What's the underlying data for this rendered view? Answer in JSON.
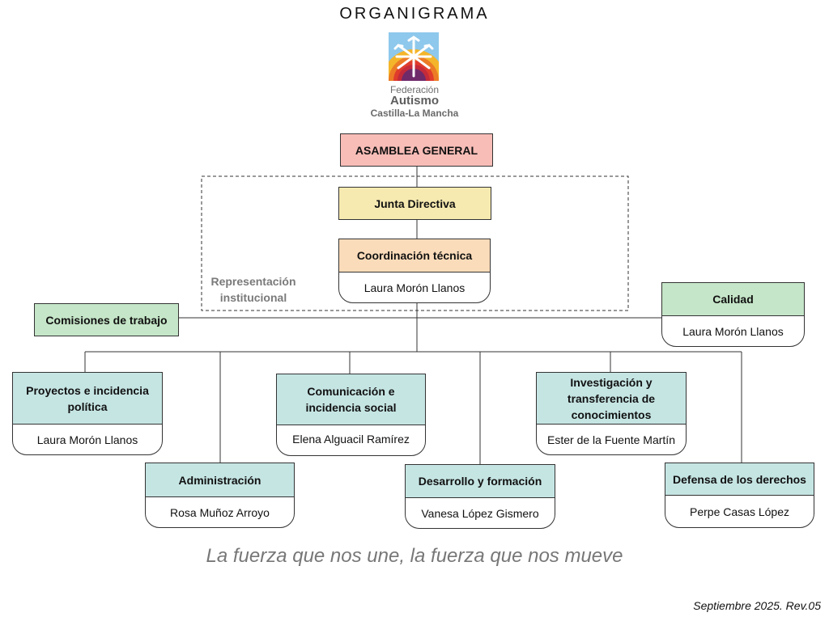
{
  "title": "ORGANIGRAMA",
  "logo": {
    "line1": "Federación",
    "line2": "Autismo",
    "line3": "Castilla-La Mancha"
  },
  "asamblea": "ASAMBLEA GENERAL",
  "junta": "Junta Directiva",
  "coordinacion": {
    "title": "Coordinación técnica",
    "person": "Laura Morón Llanos"
  },
  "representacion": "Representación institucional",
  "comisiones": "Comisiones de trabajo",
  "calidad": {
    "title": "Calidad",
    "person": "Laura Morón Llanos"
  },
  "proyectos": {
    "title": "Proyectos e incidencia política",
    "person": "Laura Morón Llanos"
  },
  "comunicacion": {
    "title": "Comunicación e incidencia social",
    "person": "Elena Alguacil Ramírez"
  },
  "investigacion": {
    "title": "Investigación y transferencia de conocimientos",
    "person": "Ester de la Fuente Martín"
  },
  "administracion": {
    "title": "Administración",
    "person": "Rosa Muñoz Arroyo"
  },
  "desarrollo": {
    "title": "Desarrollo y formación",
    "person": "Vanesa López Gismero"
  },
  "defensa": {
    "title": "Defensa de los derechos",
    "person": "Perpe Casas López"
  },
  "slogan": "La fuerza que nos une, la fuerza que nos mueve",
  "revision": "Septiembre 2025. Rev.05"
}
